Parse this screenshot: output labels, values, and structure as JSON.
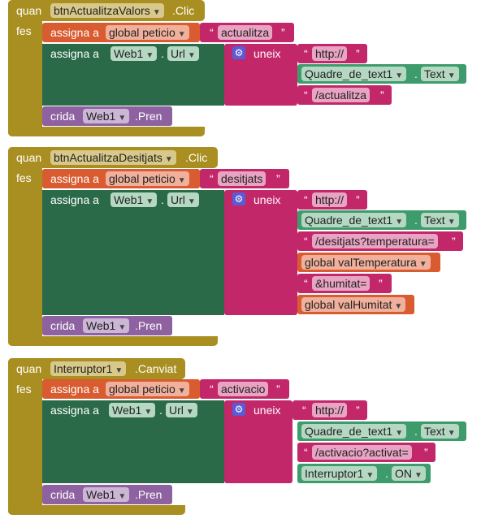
{
  "blocks": [
    {
      "when": "quan",
      "component": "btnActualitzaValors",
      "event": ".Clic",
      "do": "fes",
      "set_label": "assigna a",
      "variable": "global peticio",
      "variable_value": "actualitza",
      "set_prop_label": "assigna a",
      "prop_component": "Web1",
      "prop_name": "Url",
      "join_label": "uneix",
      "join_items": [
        {
          "kind": "text",
          "value": "http://"
        },
        {
          "kind": "prop",
          "component": "Quadre_de_text1",
          "prop": "Text"
        },
        {
          "kind": "text",
          "value": "/actualitza"
        }
      ],
      "call_label": "crida",
      "call_component": "Web1",
      "call_method": ".Pren"
    },
    {
      "when": "quan",
      "component": "btnActualitzaDesitjats",
      "event": ".Clic",
      "do": "fes",
      "set_label": "assigna a",
      "variable": "global peticio",
      "variable_value": "desitjats",
      "set_prop_label": "assigna a",
      "prop_component": "Web1",
      "prop_name": "Url",
      "join_label": "uneix",
      "join_items": [
        {
          "kind": "text",
          "value": "http://"
        },
        {
          "kind": "prop",
          "component": "Quadre_de_text1",
          "prop": "Text"
        },
        {
          "kind": "text",
          "value": "/desitjats?temperatura="
        },
        {
          "kind": "var",
          "value": "global valTemperatura"
        },
        {
          "kind": "text",
          "value": "&humitat="
        },
        {
          "kind": "var",
          "value": "global valHumitat"
        }
      ],
      "call_label": "crida",
      "call_component": "Web1",
      "call_method": ".Pren"
    },
    {
      "when": "quan",
      "component": "Interruptor1",
      "event": ".Canviat",
      "do": "fes",
      "set_label": "assigna a",
      "variable": "global peticio",
      "variable_value": "activacio",
      "set_prop_label": "assigna a",
      "prop_component": "Web1",
      "prop_name": "Url",
      "join_label": "uneix",
      "join_items": [
        {
          "kind": "text",
          "value": "http://"
        },
        {
          "kind": "prop",
          "component": "Quadre_de_text1",
          "prop": "Text"
        },
        {
          "kind": "text",
          "value": "/activacio?activat="
        },
        {
          "kind": "prop",
          "component": "Interruptor1",
          "prop": "ON"
        }
      ],
      "call_label": "crida",
      "call_component": "Web1",
      "call_method": ".Pren"
    }
  ],
  "icons": {
    "dropdown": "dropdown-arrow-icon",
    "gear": "gear-icon"
  },
  "colors": {
    "event": "#a98f22",
    "variable_set": "#d95b30",
    "component_set": "#2b6a48",
    "text": "#c2276a",
    "call": "#8e62a0"
  }
}
